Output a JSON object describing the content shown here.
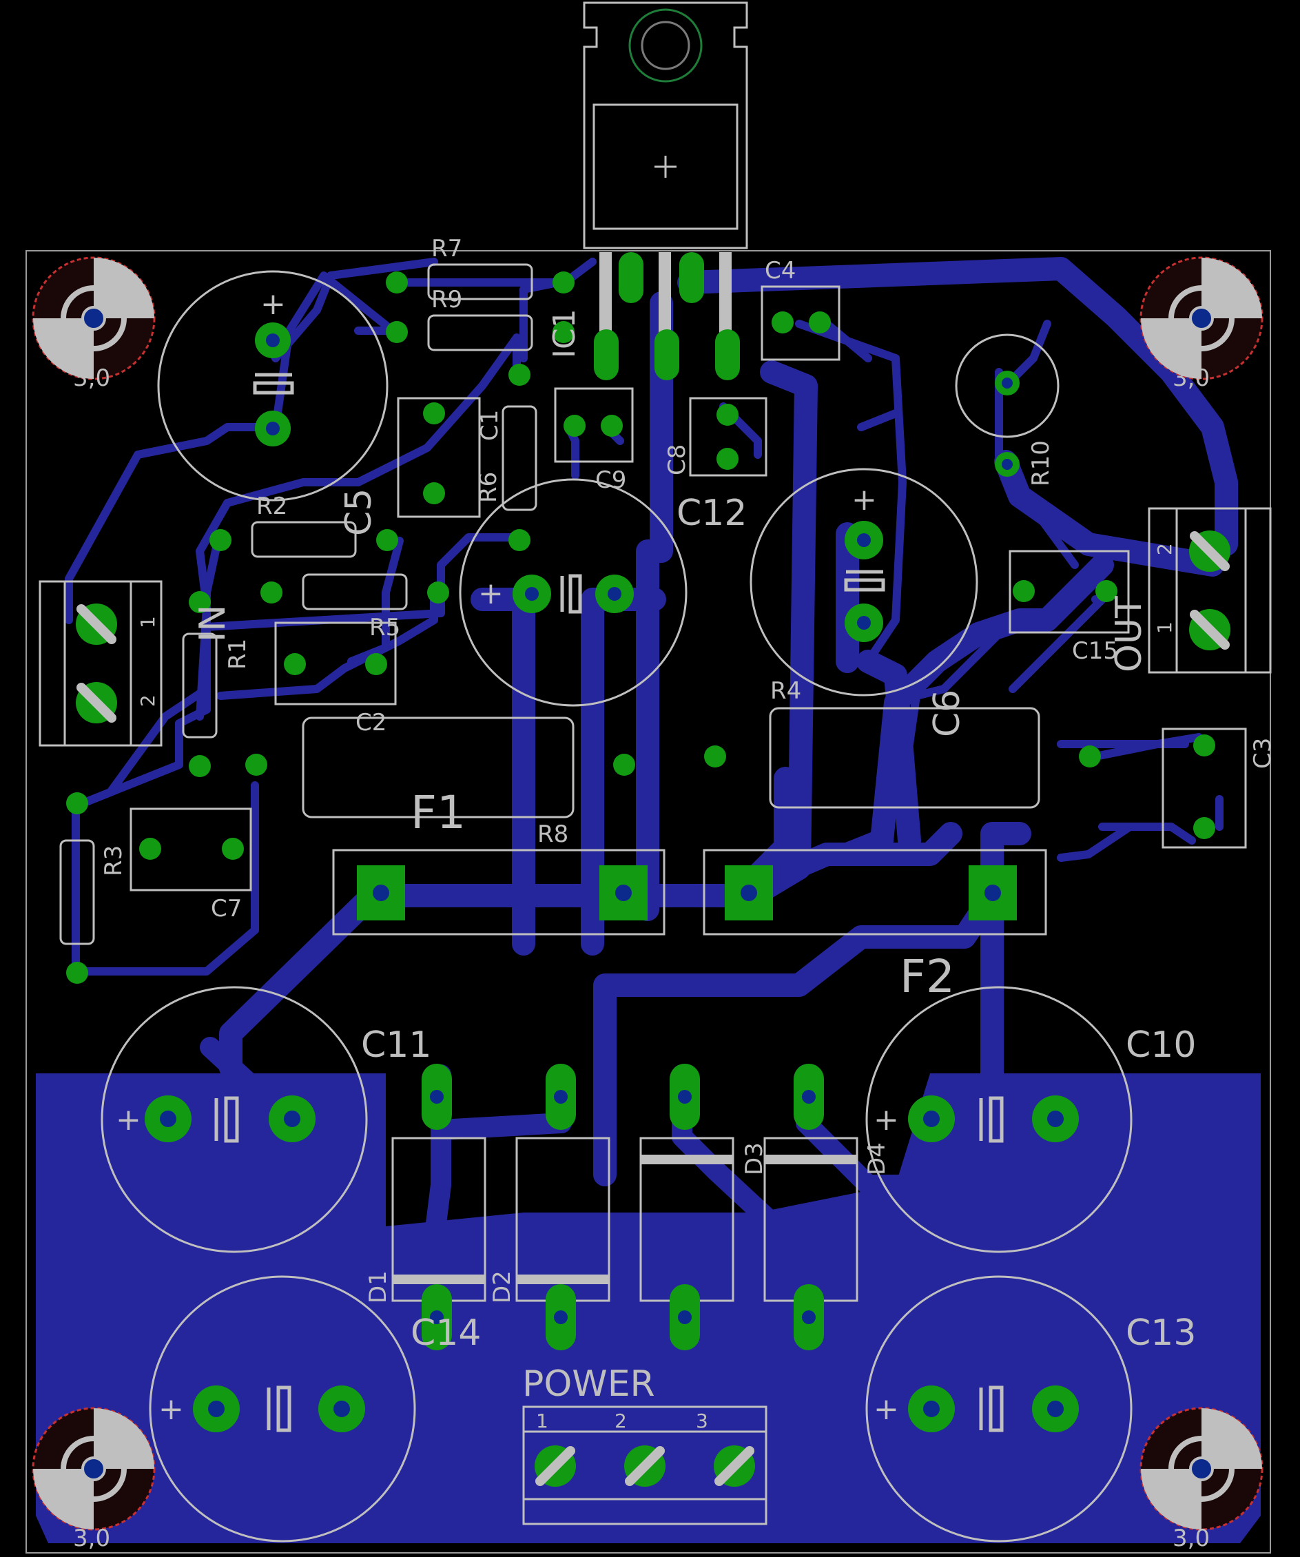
{
  "colors": {
    "background": "#000000",
    "copper": "#26269c",
    "pad": "#139a13",
    "drill": "#0c2a8c",
    "silk": "#bfbfbf",
    "outline": "#9a9a9a",
    "hole_ring": "#c63030"
  },
  "components": {
    "r7": "R7",
    "r9": "R9",
    "r2": "R2",
    "r1": "R1",
    "r3": "R3",
    "r4": "R4",
    "r5": "R5",
    "r6": "R6",
    "r8": "R8",
    "r10": "R10",
    "c1": "C1",
    "c2": "C2",
    "c3": "C3",
    "c4": "C4",
    "c5": "C5",
    "c6": "C6",
    "c7": "C7",
    "c8": "C8",
    "c9": "C9",
    "c10": "C10",
    "c11": "C11",
    "c12": "C12",
    "c13": "C13",
    "c14": "C14",
    "c15": "C15",
    "ic1": "IC1",
    "d1": "D1",
    "d2": "D2",
    "d3": "D3",
    "d4": "D4",
    "f1": "F1",
    "f2": "F2"
  },
  "connectors": {
    "in_label": "IN",
    "in_pin1": "1",
    "in_pin2": "2",
    "out_label": "OUT",
    "out_pin1": "1",
    "out_pin2": "2",
    "power_label": "POWER",
    "power_pin1": "1",
    "power_pin2": "2",
    "power_pin3": "3"
  },
  "mount_holes": {
    "label": "3,0"
  },
  "symbols": {
    "plus": "+"
  }
}
